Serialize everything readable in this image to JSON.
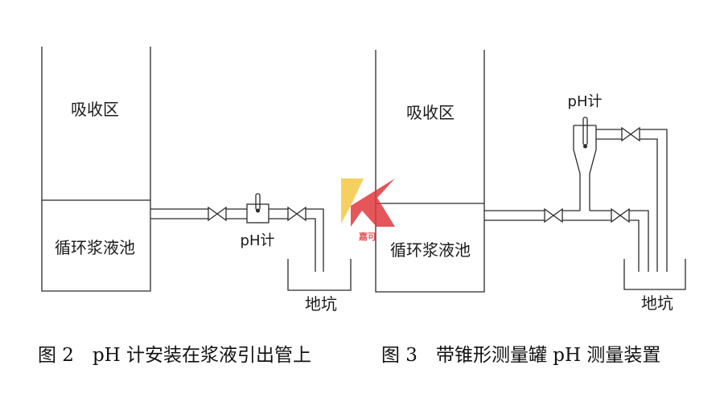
{
  "figure2": {
    "absorption_zone": "吸收区",
    "slurry_tank": "循环浆液池",
    "ph_meter": "pH计",
    "pit": "地坑",
    "caption": "图 2　pH 计安装在浆液引出管上"
  },
  "figure3": {
    "absorption_zone": "吸收区",
    "slurry_tank": "循环浆液池",
    "ph_meter": "pH计",
    "pit": "地坑",
    "caption": "图 3　带锥形测量罐 pH 测量装置"
  },
  "watermark": {
    "text": "嘉可",
    "colors": {
      "red": "#e0393e",
      "yellow": "#f5c842"
    }
  }
}
